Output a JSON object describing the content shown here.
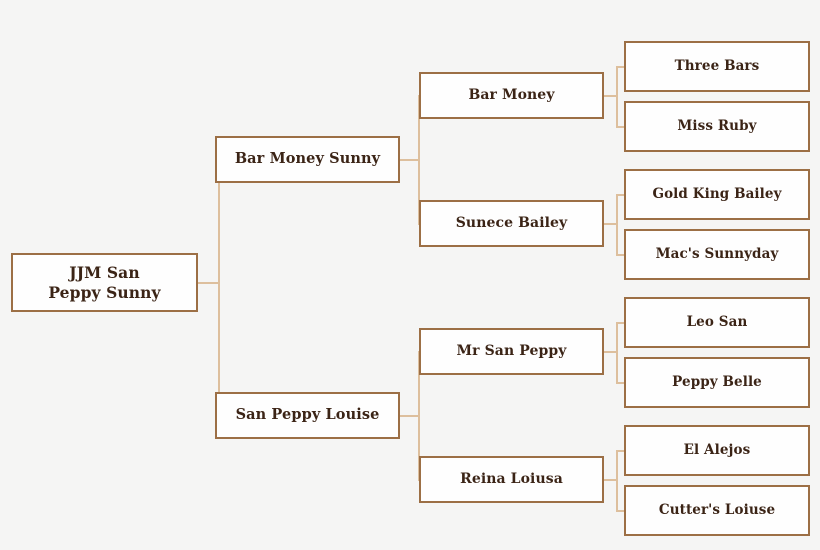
{
  "chart_data": {
    "type": "diagram",
    "title": "",
    "diagram_kind": "pedigree-tree",
    "orientation": "left-to-right",
    "generations": 4,
    "colors": {
      "background": "#f5f5f4",
      "box_fill": "#fefefe",
      "box_border": "#9c6f45",
      "connector": "#ddbf9d",
      "text": "#3b2416"
    },
    "nodes": [
      {
        "id": "root",
        "generation": 0,
        "label": "JJM San\nPeppy Sunny"
      },
      {
        "id": "sire",
        "generation": 1,
        "label": "Bar Money Sunny"
      },
      {
        "id": "dam",
        "generation": 1,
        "label": "San Peppy Louise"
      },
      {
        "id": "sire-sire",
        "generation": 2,
        "label": "Bar Money"
      },
      {
        "id": "sire-dam",
        "generation": 2,
        "label": "Sunece Bailey"
      },
      {
        "id": "dam-sire",
        "generation": 2,
        "label": "Mr San Peppy"
      },
      {
        "id": "dam-dam",
        "generation": 2,
        "label": "Reina Loiusa"
      },
      {
        "id": "sire-sire-sire",
        "generation": 3,
        "label": "Three Bars"
      },
      {
        "id": "sire-sire-dam",
        "generation": 3,
        "label": "Miss Ruby"
      },
      {
        "id": "sire-dam-sire",
        "generation": 3,
        "label": "Gold King Bailey"
      },
      {
        "id": "sire-dam-dam",
        "generation": 3,
        "label": "Mac's Sunnyday"
      },
      {
        "id": "dam-sire-sire",
        "generation": 3,
        "label": "Leo San"
      },
      {
        "id": "dam-sire-dam",
        "generation": 3,
        "label": "Peppy Belle"
      },
      {
        "id": "dam-dam-sire",
        "generation": 3,
        "label": "El Alejos"
      },
      {
        "id": "dam-dam-dam",
        "generation": 3,
        "label": "Cutter's Loiuse"
      }
    ],
    "edges": [
      {
        "from": "root",
        "to": "sire"
      },
      {
        "from": "root",
        "to": "dam"
      },
      {
        "from": "sire",
        "to": "sire-sire"
      },
      {
        "from": "sire",
        "to": "sire-dam"
      },
      {
        "from": "dam",
        "to": "dam-sire"
      },
      {
        "from": "dam",
        "to": "dam-dam"
      },
      {
        "from": "sire-sire",
        "to": "sire-sire-sire"
      },
      {
        "from": "sire-sire",
        "to": "sire-sire-dam"
      },
      {
        "from": "sire-dam",
        "to": "sire-dam-sire"
      },
      {
        "from": "sire-dam",
        "to": "sire-dam-dam"
      },
      {
        "from": "dam-sire",
        "to": "dam-sire-sire"
      },
      {
        "from": "dam-sire",
        "to": "dam-sire-dam"
      },
      {
        "from": "dam-dam",
        "to": "dam-dam-sire"
      },
      {
        "from": "dam-dam",
        "to": "dam-dam-dam"
      }
    ]
  },
  "tree": {
    "root": {
      "label": "JJM San\nPeppy Sunny"
    },
    "gen1": {
      "top": {
        "label": "Bar Money Sunny"
      },
      "bottom": {
        "label": "San Peppy Louise"
      }
    },
    "gen2": {
      "n1": {
        "label": "Bar Money"
      },
      "n2": {
        "label": "Sunece Bailey"
      },
      "n3": {
        "label": "Mr San Peppy"
      },
      "n4": {
        "label": "Reina Loiusa"
      }
    },
    "gen3": {
      "n1": {
        "label": "Three Bars"
      },
      "n2": {
        "label": "Miss Ruby"
      },
      "n3": {
        "label": "Gold King Bailey"
      },
      "n4": {
        "label": "Mac's Sunnyday"
      },
      "n5": {
        "label": "Leo San"
      },
      "n6": {
        "label": "Peppy Belle"
      },
      "n7": {
        "label": "El Alejos"
      },
      "n8": {
        "label": "Cutter's Loiuse"
      }
    }
  }
}
